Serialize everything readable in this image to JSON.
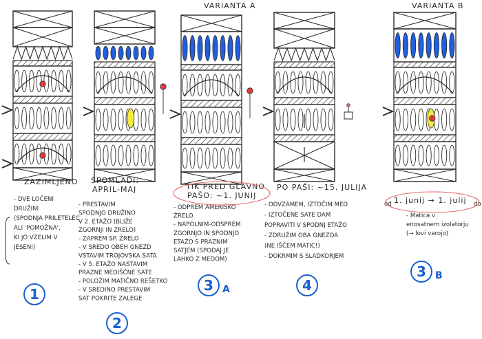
{
  "variant_a_label": "VARIANTA A",
  "variant_b_label": "VARIANTA B",
  "stages": [
    {
      "id": "1",
      "badge": "1",
      "heading": "ZAZIMLJENO",
      "notes": [
        "- DVE LOČENI",
        "DRUŽINI",
        "(SPODNJA PRILETELEC",
        "ALI 'POMOŽNA',",
        "KI JO VZELIM V",
        "JESENI)"
      ]
    },
    {
      "id": "2",
      "badge": "2",
      "heading": "SPOMLADI:",
      "heading2": "APRIL-MAJ",
      "notes": [
        "- PRESTAVIM",
        "SPODNJO DRUŽINO",
        "V 2. ETAŽO (BLIŽE",
        "ZGORNJI IN ZRELO)",
        "- ZAPREM SP. ŽRELO",
        "- V SREDO OBEH GNEZD",
        "VSTAVIM TROJOVSKA SATA",
        "- V 5. ETAŽO NASTAVIM",
        "PRAZNE MEDIŠČNE SATE",
        "- POLOŽIM MATIČNO REŠETKO",
        "- V SREDINO PRESTAVIM",
        "SAT POKRITE ZALEGE"
      ]
    },
    {
      "id": "3A",
      "badge": "3",
      "badge_sub": "A",
      "heading": "TIK PRED GLAVNO",
      "heading2": "PAŠO: ~1. JUNIJ",
      "notes": [
        "- ODPREM AMERIŠKO",
        "ŽRELO",
        "- NAPOLNIM-ODSPREM",
        "ZGORNJO IN SPODNJO",
        "ETAŽO S PRAZNIM",
        "SATJEM (SPODAJ JE",
        "LAHKO Z MEDOM)"
      ]
    },
    {
      "id": "4",
      "badge": "4",
      "heading": "PO PAŠI: ~15. JULIJA",
      "notes": [
        "- ODVZAMEM, IZTOČIM MED",
        "- IZTOČENE SATE DAM",
        "POPRAVITI V SPODNJ ETAŽO",
        "- ZDRUŽIM OBA GNEZDA",
        "(NE IŠČEM MATIC!)",
        "- DOKRMIM S SLADKORJEM"
      ]
    },
    {
      "id": "3B",
      "badge": "3",
      "badge_sub": "B",
      "heading": "1. junij → 1. julij",
      "heading_from": "od",
      "heading_to": "do",
      "notes": [
        "- Matica v",
        "enosatnem izolatorju",
        "(→ lovi varojo)"
      ]
    }
  ],
  "colors": {
    "ink": "#2b2b2b",
    "honey_blue": "#1f5fe0",
    "brood_yellow": "#f4ec3a",
    "queen_red": "#e03b3b",
    "badge_blue": "#1a5fd0",
    "oval_red": "#e86a6a"
  },
  "icons": [
    "queen-marker-icon",
    "feeder-icon",
    "entrance-arrow-icon"
  ]
}
